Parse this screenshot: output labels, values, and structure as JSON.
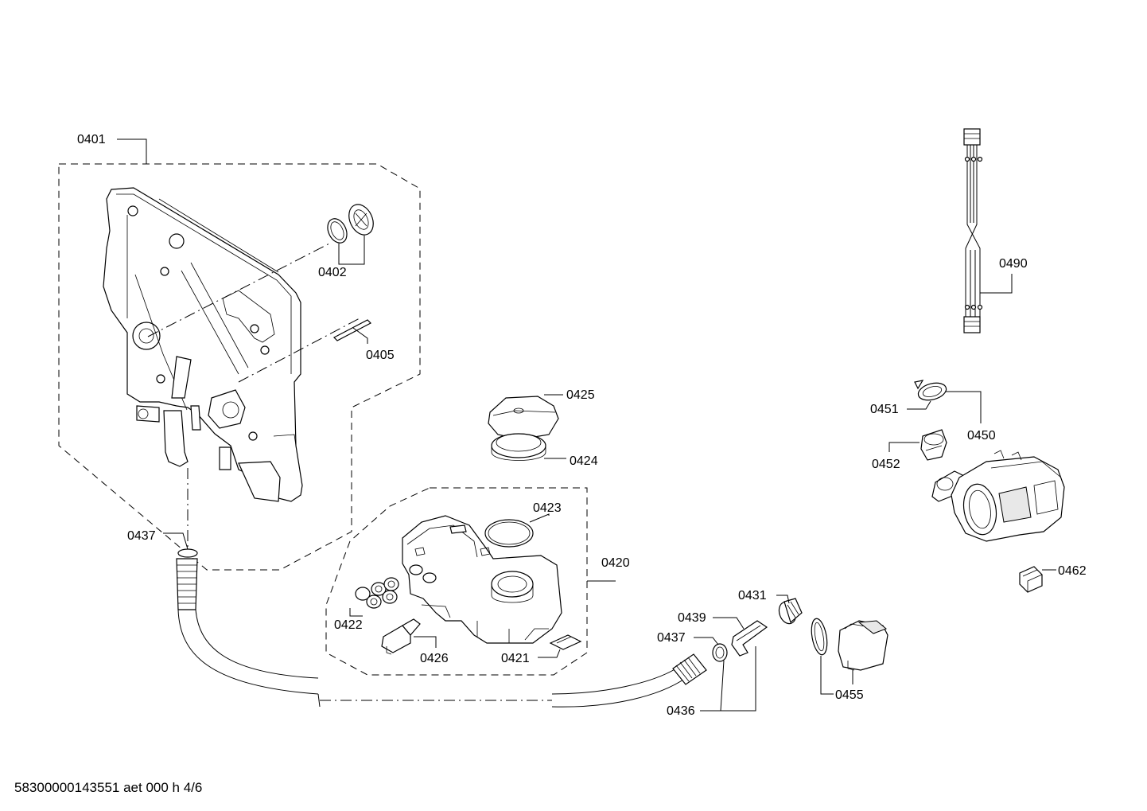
{
  "footer_text": "58300000143551 aet 000 h 4/6",
  "callouts": {
    "p0401": "0401",
    "p0402": "0402",
    "p0405": "0405",
    "p0425": "0425",
    "p0424": "0424",
    "p0423": "0423",
    "p0420": "0420",
    "p0422": "0422",
    "p0426": "0426",
    "p0421": "0421",
    "p0437a": "0437",
    "p0437b": "0437",
    "p0431": "0431",
    "p0439": "0439",
    "p0436": "0436",
    "p0455": "0455",
    "p0451": "0451",
    "p0450": "0450",
    "p0452": "0452",
    "p0462": "0462",
    "p0490": "0490"
  }
}
